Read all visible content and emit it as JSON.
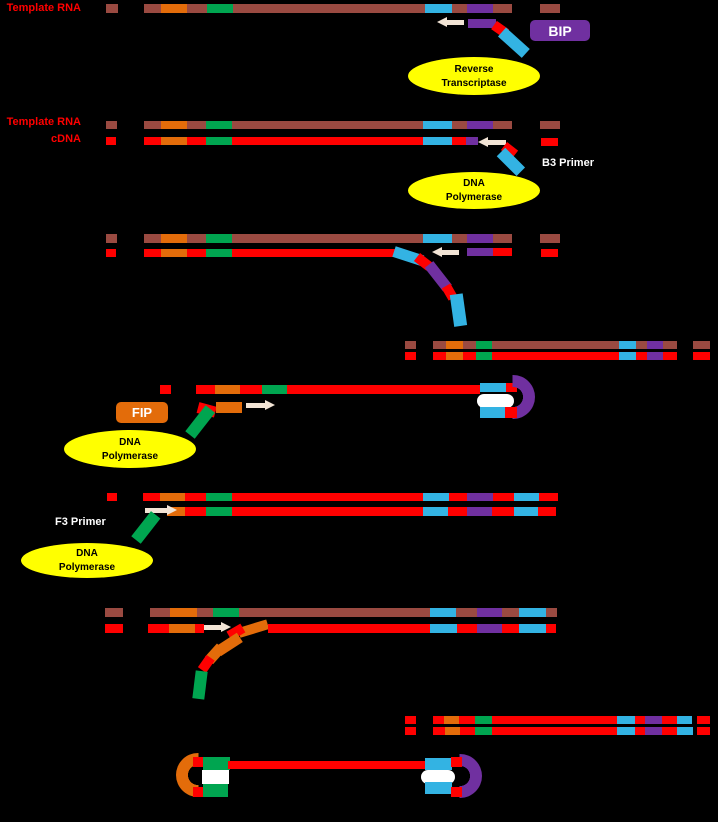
{
  "colors": {
    "background": "#000000",
    "template_rna_brown": "#9A4A41",
    "dna_red": "#FF0000",
    "region_orange": "#E36C0A",
    "region_green": "#00A550",
    "region_blue": "#33B3E3",
    "region_purple": "#7030A0",
    "enzyme_yellow": "#FFFF00",
    "arrow_cream": "#F2E4D5",
    "white": "#FFFFFF"
  },
  "labels": {
    "template_rna_step1": "Template RNA",
    "template_rna_step2": "Template RNA",
    "cdna": "cDNA",
    "bip_badge": "BIP",
    "b3_primer": "B3 Primer",
    "fip_badge": "FIP",
    "f3_primer": "F3 Primer",
    "reverse_transcriptase": {
      "line1": "Reverse",
      "line2": "Transcriptase"
    },
    "dna_polymerase": {
      "line1": "DNA",
      "line2": "Polymerase"
    }
  }
}
